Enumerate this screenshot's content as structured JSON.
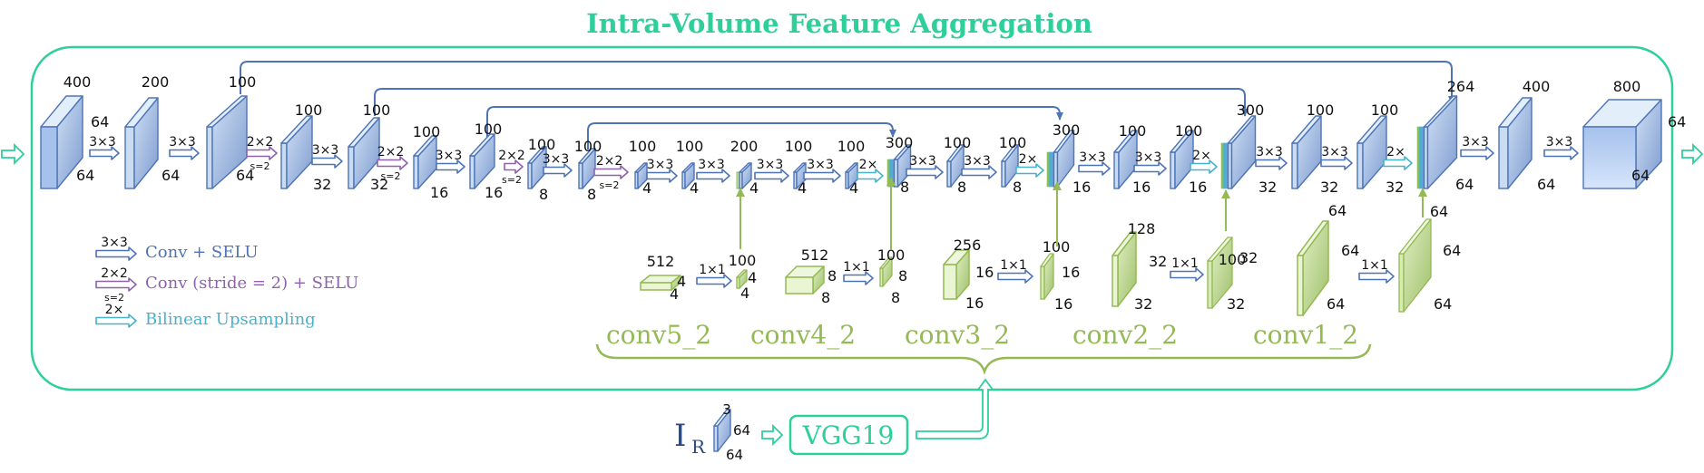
{
  "title": "Intra-Volume Feature Aggregation",
  "colors": {
    "accent": "#2ecf9a",
    "blue_stroke": "#4e74b8",
    "conv": "#4e74b8",
    "strided": "#8f61ad",
    "upsample": "#46b2cc",
    "vgg_green": "#94ba55"
  },
  "encoder": {
    "b1": {
      "top": "400",
      "side": "64",
      "bottom": "64"
    },
    "b2": {
      "top": "200",
      "bottom": "64"
    },
    "b3": {
      "top": "100",
      "bottom": "64"
    },
    "b4": {
      "top": "100",
      "bottom": "32"
    },
    "b5": {
      "top": "100",
      "bottom": "32"
    },
    "b6": {
      "top": "100",
      "bottom": "16"
    },
    "b7": {
      "top": "100",
      "bottom": "16"
    },
    "b8": {
      "top": "100",
      "bottom": "8"
    },
    "b9": {
      "top": "100",
      "bottom": "8"
    },
    "b10": {
      "top": "100",
      "bottom": "4"
    },
    "b11": {
      "top": "100",
      "bottom": "4"
    },
    "b12": {
      "top": "200",
      "bottom": "4"
    }
  },
  "decoder": {
    "d1": {
      "top": "100",
      "bottom": "4"
    },
    "d2": {
      "top": "100",
      "bottom": "4"
    },
    "d3": {
      "top": "300",
      "bottom": "8"
    },
    "d4": {
      "top": "100",
      "bottom": "8"
    },
    "d5": {
      "top": "100",
      "bottom": "8"
    },
    "d6": {
      "top": "300",
      "bottom": "16"
    },
    "d7": {
      "top": "100",
      "bottom": "16"
    },
    "d8": {
      "top": "100",
      "bottom": "16"
    },
    "d9": {
      "top": "300",
      "bottom": "32"
    },
    "d10": {
      "top": "100",
      "bottom": "32"
    },
    "d11": {
      "top": "100",
      "bottom": "32"
    },
    "d12": {
      "top": "264",
      "bottom": "64"
    },
    "d13": {
      "top": "400",
      "bottom": "64"
    },
    "d14": {
      "top": "800",
      "side": "64",
      "bottom": "64"
    }
  },
  "ops": {
    "conv": "3×3",
    "strided": "2×2",
    "stride_sub": "s=2",
    "up": "2×",
    "onebyone": "1×1"
  },
  "legend": {
    "conv_label": "Conv + SELU",
    "strided_label": "Conv (stride = 2) + SELU",
    "up_label": "Bilinear Upsampling"
  },
  "vgg_features": {
    "conv5_2": {
      "name": "conv5_2",
      "top": "512",
      "side": "4",
      "bottom": "4",
      "out_top": "100",
      "out_side": "4",
      "out_bottom": "4"
    },
    "conv4_2": {
      "name": "conv4_2",
      "top": "512",
      "side": "8",
      "bottom": "8",
      "out_top": "100",
      "out_side": "8",
      "out_bottom": "8"
    },
    "conv3_2": {
      "name": "conv3_2",
      "top": "256",
      "side": "16",
      "bottom": "16",
      "out_top": "100",
      "out_side": "16",
      "out_bottom": "16"
    },
    "conv2_2": {
      "name": "conv2_2",
      "top": "128",
      "side": "32",
      "bottom": "32",
      "out_top": "100",
      "out_side": "32",
      "out_bottom": "32"
    },
    "conv1_2": {
      "name": "conv1_2",
      "top": "64",
      "side": "64",
      "bottom": "64",
      "out_top": "64",
      "out_side": "64",
      "out_bottom": "64"
    }
  },
  "reference": {
    "label": "I",
    "subscript": "R",
    "top": "3",
    "side": "64",
    "bottom": "64",
    "vgg_label": "VGG19"
  }
}
